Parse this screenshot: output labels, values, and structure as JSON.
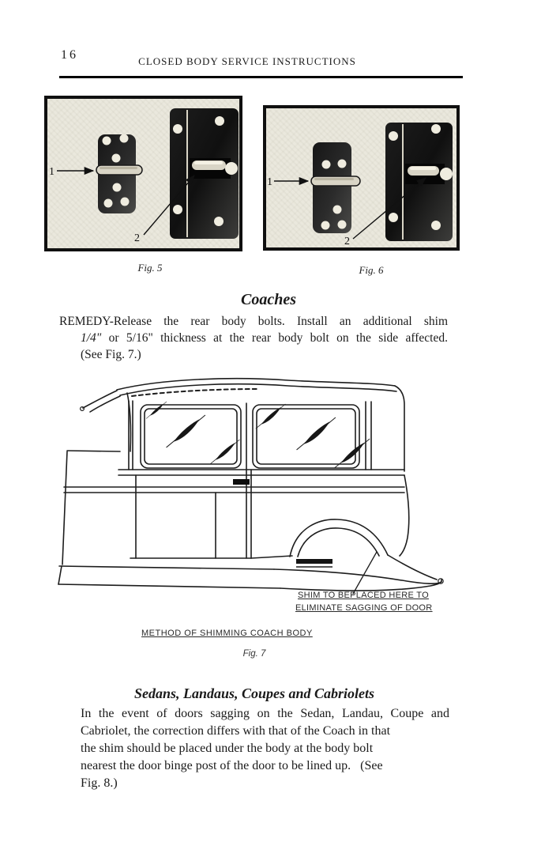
{
  "page": {
    "number": "16",
    "header_title": "CLOSED BODY SERVICE INSTRUCTIONS"
  },
  "figure5": {
    "caption": "Fig. 5",
    "callout1": "1",
    "callout2": "2"
  },
  "figure6": {
    "caption": "Fig. 6",
    "callout1": "1",
    "callout2": "2"
  },
  "coaches_section": {
    "heading": "Coaches",
    "remedy_line1": "REMEDY-Release the rear body bolts. Install an additional shim",
    "remedy_line2_fraction": "1/4\"",
    "remedy_line2_rest": " or 5/16\" thickness at the rear body bolt on the side affected.",
    "remedy_line3": "(See Fig. 7.)"
  },
  "figure7": {
    "shim_note_line1": "SHIM TO BEPLACED HERE TO",
    "shim_note_line2": "ELIMINATE SAGGING OF DOOR",
    "method_caption": "METHOD OF SHIMMING COACH BODY",
    "caption": "Fig. 7"
  },
  "sedans_section": {
    "heading": "Sedans, Landaus, Coupes and Cabriolets",
    "line1": "In the event of doors sagging on the Sedan, Landau, Coupe and",
    "line2": "Cabriolet, the correction differs with that of the Coach in that",
    "line3": "the shim should be placed under the body at the body bolt",
    "line4": "nearest the door binge post of the door to be lined up.   (See",
    "line5": "Fig. 8.)"
  }
}
